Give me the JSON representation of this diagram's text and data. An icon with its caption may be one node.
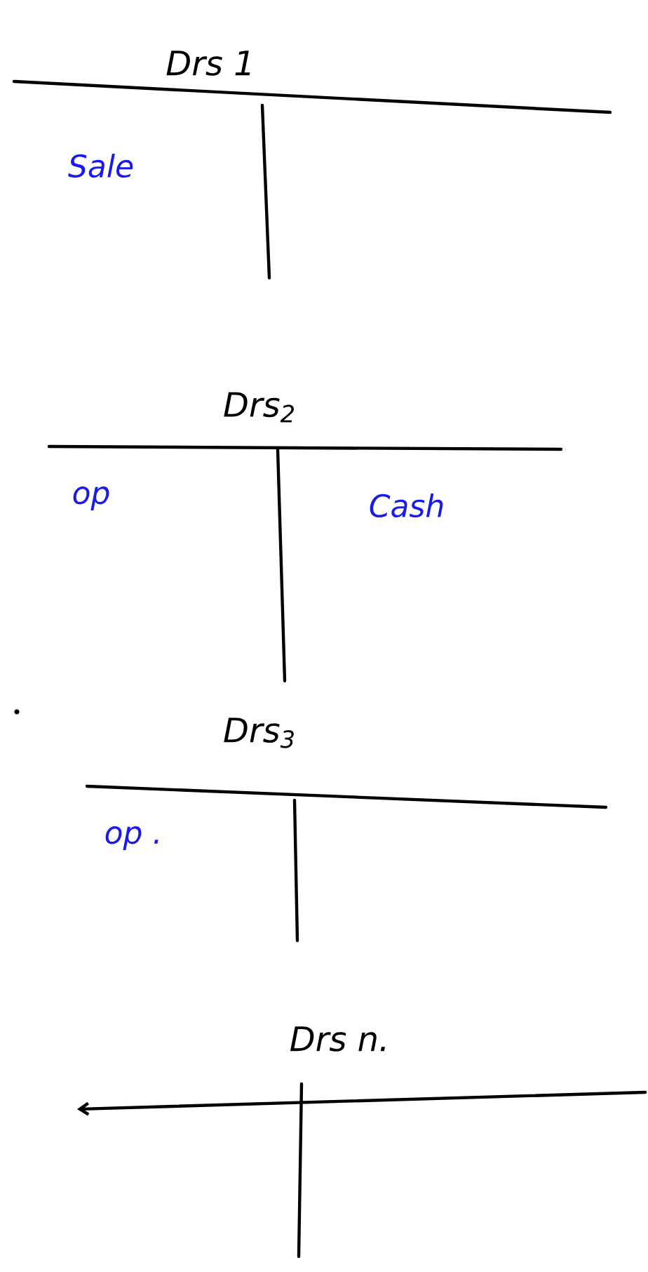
{
  "diagram": {
    "labels": [
      "Drs 1",
      "Sale",
      "Drs$_{2}$",
      "op",
      "Cash",
      "Drs$_{3}$",
      "op .",
      "Drs n."
    ]
  }
}
